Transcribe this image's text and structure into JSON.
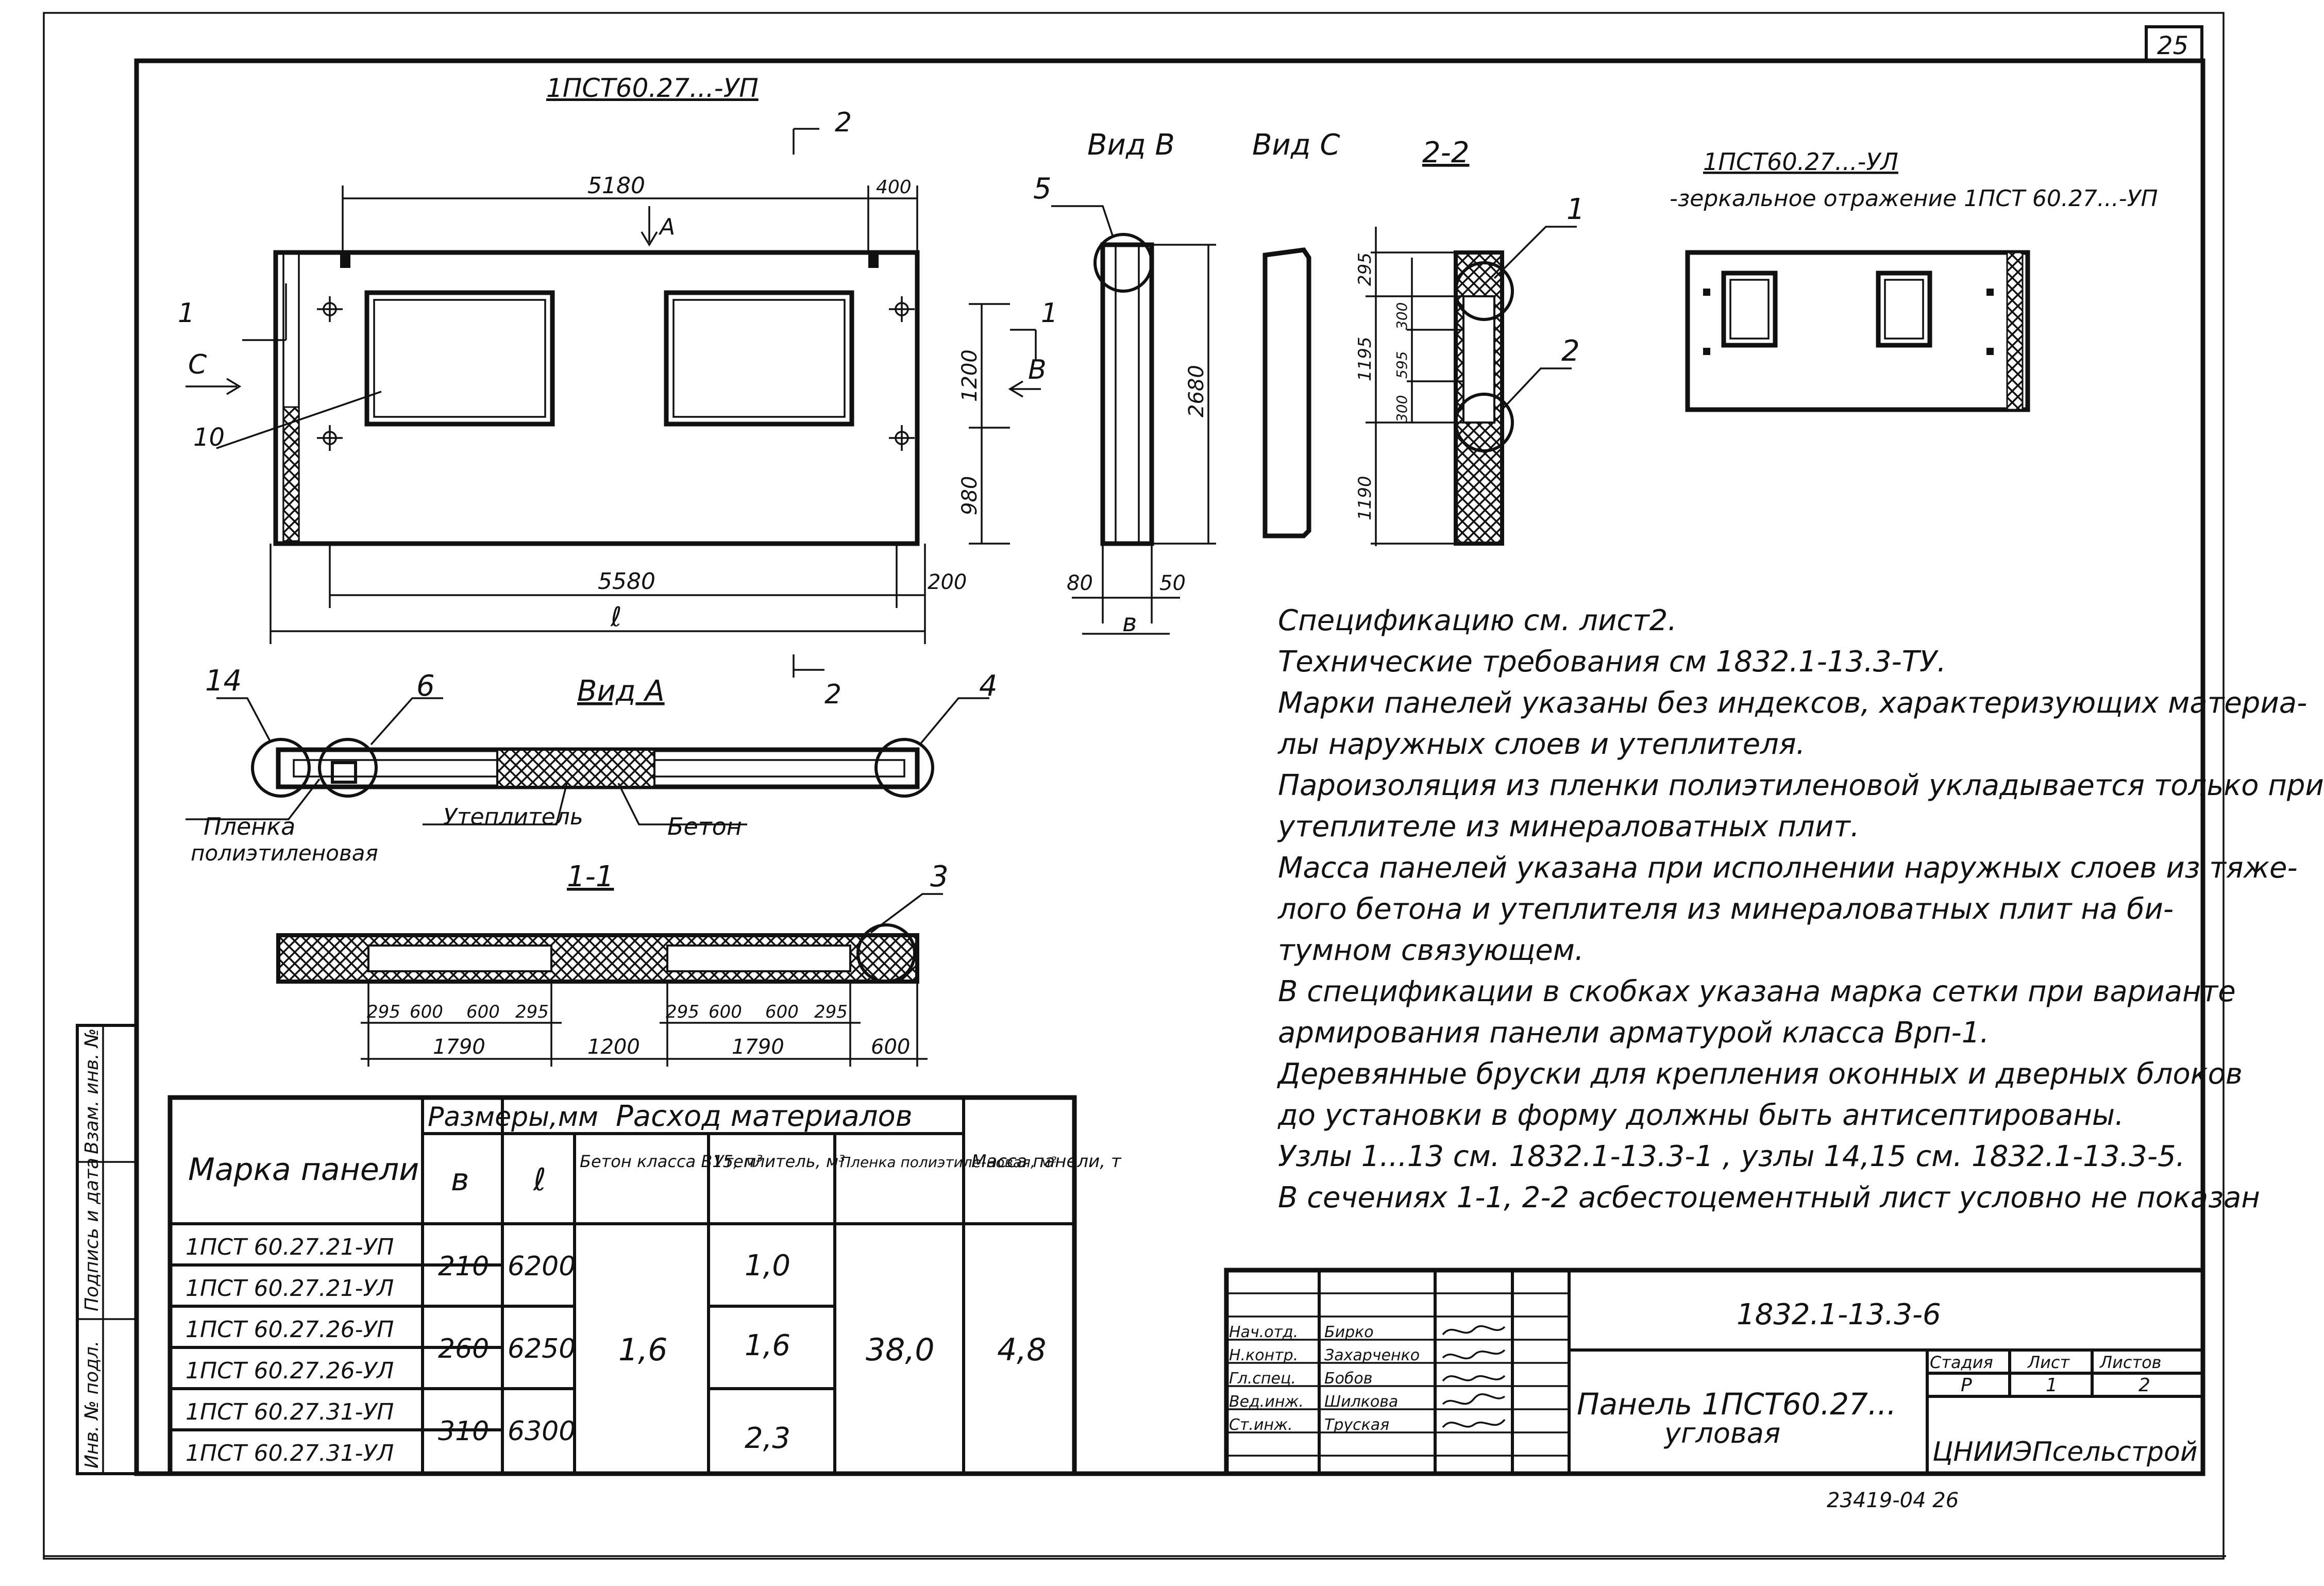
{
  "sheet": {
    "page_number": "25",
    "footer_code": "23419-04  26"
  },
  "plan": {
    "title": "1ПСТ60.27...-УП",
    "dim_top": "5180",
    "dim_top_right": "400",
    "dim_bottom": "5580",
    "dim_bottom_right": "200",
    "dim_total": "ℓ",
    "dim_right_upper": "1200",
    "dim_right_lower": "980",
    "view_arrow_a": "А",
    "view_arrow_b": "В",
    "view_arrow_c": "С",
    "section_mark_1": "1",
    "section_mark_2": "2",
    "callout_10": "10"
  },
  "view_b": {
    "title": "Вид В",
    "callout": "5",
    "dim_height": "2680",
    "dim_80": "80",
    "dim_50": "50",
    "dim_b": "в"
  },
  "view_c": {
    "title": "Вид С"
  },
  "section_22": {
    "title": "2-2",
    "callout_1": "1",
    "callout_2": "2",
    "dims": [
      "295",
      "1195",
      "300",
      "595",
      "300",
      "1190"
    ]
  },
  "mirror": {
    "title": "1ПСТ60.27...-УЛ",
    "subtitle": "-зеркальное отражение 1ПСТ 60.27...-УП"
  },
  "view_a": {
    "title": "Вид А",
    "callout_14": "14",
    "callout_6": "6",
    "callout_4": "4",
    "label_film": "Пленка",
    "label_film2": "полиэтиленовая",
    "label_insulation": "Утеплитель",
    "label_concrete": "Бетон"
  },
  "section_11": {
    "title": "1-1",
    "callout_3": "3",
    "dims_small": [
      "295",
      "600",
      "600",
      "295",
      "295",
      "600",
      "600",
      "295"
    ],
    "dims_large": [
      "1790",
      "1200",
      "1790",
      "600"
    ]
  },
  "notes": [
    "Спецификацию см. лист2.",
    "Технические требования см 1832.1-13.3-ТУ.",
    "Марки панелей указаны без индексов, характеризующих материа-",
    "лы наружных слоев и утеплителя.",
    "Пароизоляция из пленки полиэтиленовой укладывается только при",
    "утеплителе из минераловатных плит.",
    "Масса панелей указана при исполнении наружных слоев из тяже-",
    "лого бетона и утеплителя из минераловатных плит на би-",
    "тумном связующем.",
    "В спецификации в скобках указана марка сетки при варианте",
    "армирования панели арматурой класса Врп-1.",
    "Деревянные бруски для крепления оконных и дверных блоков",
    "до установки в форму должны быть антисептированы.",
    "Узлы 1...13 см. 1832.1-13.3-1 , узлы 14,15 см. 1832.1-13.3-5.",
    "В сечениях 1-1, 2-2 асбестоцементный лист условно не показан"
  ],
  "table": {
    "head_mark": "Марка панели",
    "head_sizes": "Размеры,мм",
    "head_b": "в",
    "head_l": "ℓ",
    "head_materials": "Расход материалов",
    "head_concrete": "Бетон класса В15, м³",
    "head_insul": "Утеплитель, м³",
    "head_film": "Пленка полиэтиле-новая, м²",
    "head_mass": "Масса панели, т",
    "rows": [
      {
        "mark": "1ПСТ 60.27.21-УП"
      },
      {
        "mark": "1ПСТ 60.27.21-УЛ"
      },
      {
        "mark": "1ПСТ 60.27.26-УП"
      },
      {
        "mark": "1ПСТ 60.27.26-УЛ"
      },
      {
        "mark": "1ПСТ 60.27.31-УП"
      },
      {
        "mark": "1ПСТ 60.27.31-УЛ"
      }
    ],
    "b": [
      "210",
      "260",
      "310"
    ],
    "l": [
      "6200",
      "6250",
      "6300"
    ],
    "concrete": "1,6",
    "insul": [
      "1,0",
      "1,6",
      "2,3"
    ],
    "film": "38,0",
    "mass": "4,8"
  },
  "side_strip": [
    "Инв. № подл.",
    "Подпись и дата",
    "Взам. инв. №"
  ],
  "title_block": {
    "doc_code": "1832.1-13.3-6",
    "roles": [
      "Нач.отд.",
      "Н.контр.",
      "Гл.спец.",
      "Вед.инж.",
      "Ст.инж."
    ],
    "names": [
      "Бирко",
      "Захарченко",
      "Бобов",
      "Шилкова",
      "Труская"
    ],
    "title_line1": "Панель 1ПСТ60.27...",
    "title_line2": "угловая",
    "stage_head": "Стадия",
    "sheet_head": "Лист",
    "sheets_head": "Листов",
    "stage": "Р",
    "sheet": "1",
    "sheets": "2",
    "org": "ЦНИИЭПсельстрой"
  }
}
